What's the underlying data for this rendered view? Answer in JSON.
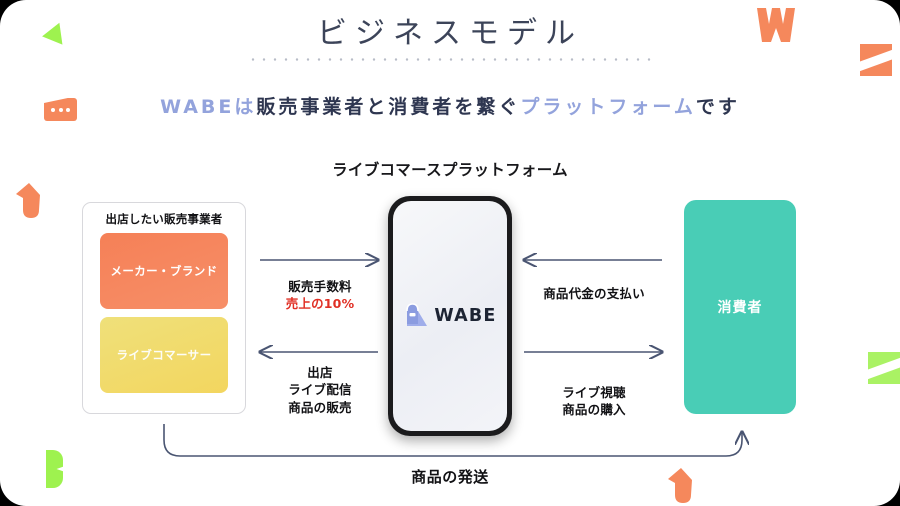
{
  "slide": {
    "title": "ビジネスモデル",
    "subtitle": {
      "part1": "WABEは",
      "part2": "販売事業者と消費者を繋ぐ",
      "part3": "プラットフォーム",
      "part4": "です"
    },
    "center_label": "ライブコマースプラットフォーム"
  },
  "seller": {
    "card_title": "出店したい販売事業者",
    "chips": [
      {
        "label": "メーカー・ブランド",
        "color": "#f58057"
      },
      {
        "label": "ライブコマーサー",
        "color": "#f1d96c"
      }
    ]
  },
  "platform": {
    "logo_text": "WABE",
    "logo_icon": "wabe-bag-icon",
    "logo_color": "#8b9ce0"
  },
  "consumer": {
    "label": "消費者",
    "color": "#49cdb6"
  },
  "flows": {
    "seller_to_platform": {
      "line1": "販売手数料",
      "line2": "売上の10%",
      "line2_color": "#e03025",
      "direction": "right"
    },
    "platform_to_seller": {
      "line1": "出店",
      "line2": "ライブ配信",
      "line3": "商品の販売",
      "direction": "left"
    },
    "consumer_to_platform": {
      "line1": "商品代金の支払い",
      "direction": "left"
    },
    "platform_to_consumer": {
      "line1": "ライブ視聴",
      "line2": "商品の購入",
      "direction": "right"
    },
    "shipping": {
      "label": "商品の発送",
      "direction": "seller-to-consumer"
    }
  },
  "theme": {
    "title_color": "#3c4459",
    "accent_blue": "#93a3dc",
    "arrow_color": "#4a5572",
    "orange": "#f5885c",
    "green": "#9ef24f"
  },
  "decorations": [
    {
      "name": "green-triangle-icon",
      "color": "#9ef24f"
    },
    {
      "name": "orange-speech-bubble-icon",
      "color": "#f5885c"
    },
    {
      "name": "orange-zigzag-icon",
      "color": "#f5885c"
    },
    {
      "name": "orange-square-stripe-icon",
      "color": "#f5885c"
    },
    {
      "name": "orange-blob-icon",
      "color": "#f5885c"
    },
    {
      "name": "green-square-stripe-icon",
      "color": "#aaf264"
    },
    {
      "name": "green-half-circle-icon",
      "color": "#9ef24f"
    },
    {
      "name": "orange-blob-bottom-icon",
      "color": "#f5885c"
    }
  ]
}
